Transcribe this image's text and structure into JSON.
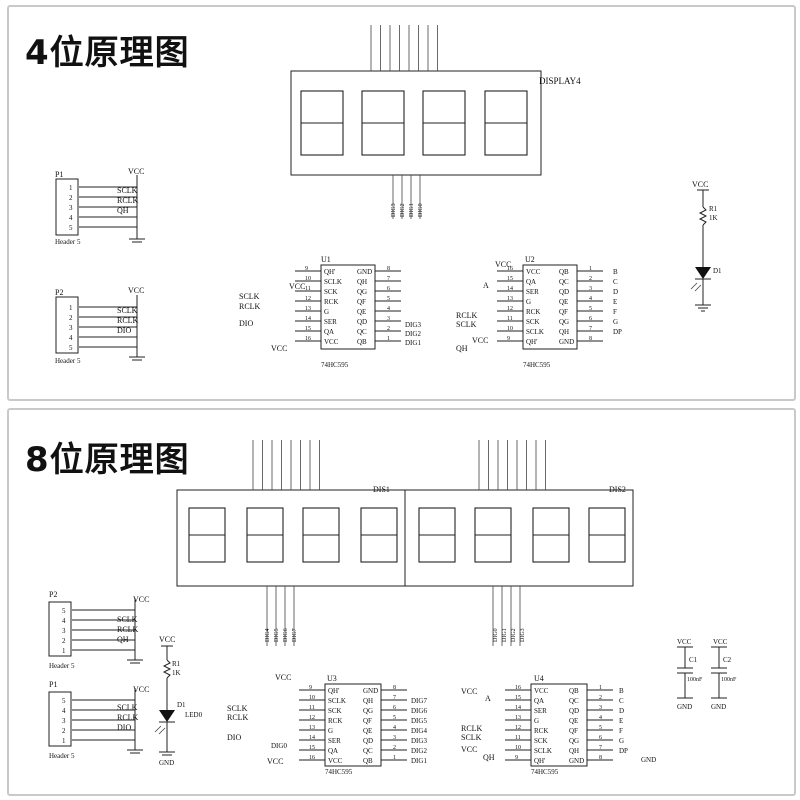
{
  "panels": [
    {
      "title": "4位原理图"
    },
    {
      "title": "8位原理图"
    }
  ],
  "four_bit": {
    "display_label": "DISPLAY4",
    "display_digit_pins": [
      "DIG3",
      "DIG2",
      "DIG1",
      "DIG0"
    ],
    "header_p1": {
      "ref": "P1",
      "name": "Header 5",
      "pins": [
        "1",
        "2",
        "3",
        "4",
        "5"
      ],
      "nets": [
        "VCC",
        "SCLK",
        "RCLK",
        "QH"
      ]
    },
    "header_p2": {
      "ref": "P2",
      "name": "Header 5",
      "pins": [
        "1",
        "2",
        "3",
        "4",
        "5"
      ],
      "nets": [
        "VCC",
        "SCLK",
        "RCLK",
        "DIO"
      ]
    },
    "u1": {
      "ref": "U1",
      "part": "74HC595",
      "left_pins": [
        "QH'",
        "SCLK",
        "SCK",
        "RCK",
        "G",
        "SER",
        "QA",
        "VCC"
      ],
      "right_pins": [
        "GND",
        "QH",
        "QG",
        "QF",
        "QE",
        "QD",
        "QC",
        "QB"
      ],
      "left_nums": [
        "9",
        "10",
        "11",
        "12",
        "13",
        "14",
        "15",
        "16"
      ],
      "right_nums": [
        "8",
        "7",
        "6",
        "5",
        "4",
        "3",
        "2",
        "1"
      ],
      "out_nets": [
        "DIG3",
        "DIG2",
        "DIG1"
      ]
    },
    "u2": {
      "ref": "U2",
      "part": "74HC595",
      "left_pins": [
        "VCC",
        "QA",
        "SER",
        "G",
        "RCK",
        "SCK",
        "SCLK",
        "QH'"
      ],
      "right_pins": [
        "QB",
        "QC",
        "QD",
        "QE",
        "QF",
        "QG",
        "QH",
        "GND"
      ],
      "left_nums": [
        "16",
        "15",
        "14",
        "13",
        "12",
        "11",
        "10",
        "9"
      ],
      "right_nums": [
        "1",
        "2",
        "3",
        "4",
        "5",
        "6",
        "7",
        "8"
      ],
      "out_nets": [
        "B",
        "C",
        "D",
        "E",
        "F",
        "G",
        "DP"
      ]
    },
    "nets": {
      "vcc": "VCC",
      "sclk": "SCLK",
      "rclk": "RCLK",
      "dio": "DIO",
      "qh": "QH",
      "a": "A"
    },
    "r1": {
      "ref": "R1",
      "value": "1K"
    },
    "d1": {
      "ref": "D1"
    }
  },
  "eight_bit": {
    "dis1": "DIS1",
    "dis2": "DIS2",
    "dis1_digits": [
      "DIG4",
      "DIG5",
      "DIG6",
      "DIG7"
    ],
    "dis2_digits": [
      "DIG0",
      "DIG1",
      "DIG2",
      "DIG3"
    ],
    "header_p2": {
      "ref": "P2",
      "name": "Header 5",
      "pins": [
        "5",
        "4",
        "3",
        "2",
        "1"
      ],
      "nets": [
        "VCC",
        "SCLK",
        "RCLK",
        "QH"
      ]
    },
    "header_p1": {
      "ref": "P1",
      "name": "Header 5",
      "pins": [
        "5",
        "4",
        "3",
        "2",
        "1"
      ],
      "nets": [
        "VCC",
        "SCLK",
        "RCLK",
        "DIO"
      ]
    },
    "r1": {
      "ref": "R1",
      "value": "1K"
    },
    "d1": {
      "ref": "D1",
      "net": "LED0"
    },
    "u3": {
      "ref": "U3",
      "part": "74HC595",
      "left_pins": [
        "QH'",
        "SCLK",
        "SCK",
        "RCK",
        "G",
        "SER",
        "QA",
        "VCC"
      ],
      "right_pins": [
        "GND",
        "QH",
        "QG",
        "QF",
        "QE",
        "QD",
        "QC",
        "QB"
      ],
      "left_nums": [
        "9",
        "10",
        "11",
        "12",
        "13",
        "14",
        "15",
        "16"
      ],
      "right_nums": [
        "8",
        "7",
        "6",
        "5",
        "4",
        "3",
        "2",
        "1"
      ],
      "out_nets": [
        "DIG7",
        "DIG6",
        "DIG5",
        "DIG4",
        "DIG3",
        "DIG2",
        "DIG1"
      ]
    },
    "u4": {
      "ref": "U4",
      "part": "74HC595",
      "left_pins": [
        "VCC",
        "QA",
        "SER",
        "G",
        "RCK",
        "SCK",
        "SCLK",
        "QH'"
      ],
      "right_pins": [
        "QB",
        "QC",
        "QD",
        "QE",
        "QF",
        "QG",
        "QH",
        "GND"
      ],
      "left_nums": [
        "16",
        "15",
        "14",
        "13",
        "12",
        "11",
        "10",
        "9"
      ],
      "right_nums": [
        "1",
        "2",
        "3",
        "4",
        "5",
        "6",
        "7",
        "8"
      ],
      "out_nets": [
        "B",
        "C",
        "D",
        "E",
        "F",
        "G",
        "DP"
      ]
    },
    "c1": {
      "ref": "C1",
      "value": "100nF"
    },
    "c2": {
      "ref": "C2",
      "value": "100nF"
    },
    "nets": {
      "vcc": "VCC",
      "gnd": "GND",
      "sclk": "SCLK",
      "rclk": "RCLK",
      "dio": "DIO",
      "dig0": "DIG0",
      "qh": "QH",
      "a": "A"
    }
  }
}
